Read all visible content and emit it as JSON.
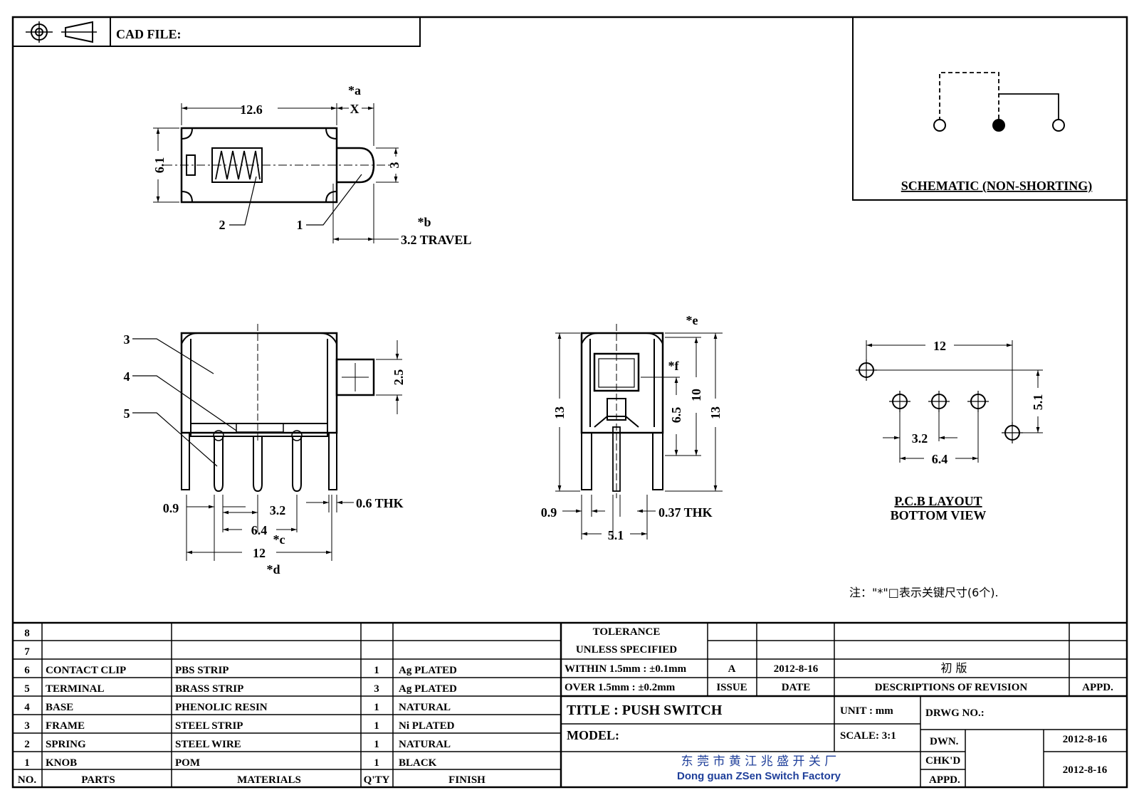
{
  "header": {
    "cad_file_label": "CAD FILE:"
  },
  "schematic": {
    "title": "SCHEMATIC (NON-SHORTING)"
  },
  "top_view": {
    "dim_length": "12.6",
    "dim_x": "X",
    "mark_a": "*a",
    "dim_width": "6.1",
    "dim_knob": "3",
    "callout_1": "1",
    "callout_2": "2",
    "mark_b": "*b",
    "travel": "3.2 TRAVEL"
  },
  "front_view": {
    "callout_3": "3",
    "callout_4": "4",
    "callout_5": "5",
    "dim_knob": "2.5",
    "dim_pin_w": "0.9",
    "dim_pitch": "3.2",
    "dim_thk": "0.6 THK",
    "dim_span": "6.4",
    "mark_c": "*c",
    "dim_total": "12",
    "mark_d": "*d"
  },
  "side_view": {
    "mark_e": "*e",
    "mark_f": "*f",
    "dim_h_left": "13",
    "dim_65": "6.5",
    "dim_10": "10",
    "dim_h_right": "13",
    "dim_pin_w": "0.9",
    "dim_thk": "0.37 THK",
    "dim_span": "5.1"
  },
  "pcb": {
    "dim_12": "12",
    "dim_51": "5.1",
    "dim_32": "3.2",
    "dim_64": "6.4",
    "title": "P.C.B LAYOUT",
    "subtitle": "BOTTOM VIEW"
  },
  "note": "注：\"*\"□表示关键尺寸(6个).",
  "bom": {
    "rows": [
      {
        "no": "8",
        "part": "",
        "material": "",
        "qty": "",
        "finish": ""
      },
      {
        "no": "7",
        "part": "",
        "material": "",
        "qty": "",
        "finish": ""
      },
      {
        "no": "6",
        "part": "CONTACT CLIP",
        "material": "PBS STRIP",
        "qty": "1",
        "finish": "Ag PLATED"
      },
      {
        "no": "5",
        "part": "TERMINAL",
        "material": "BRASS STRIP",
        "qty": "3",
        "finish": "Ag PLATED"
      },
      {
        "no": "4",
        "part": "BASE",
        "material": "PHENOLIC RESIN",
        "qty": "1",
        "finish": "NATURAL"
      },
      {
        "no": "3",
        "part": "FRAME",
        "material": "STEEL STRIP",
        "qty": "1",
        "finish": "Ni PLATED"
      },
      {
        "no": "2",
        "part": "SPRING",
        "material": "STEEL WIRE",
        "qty": "1",
        "finish": "NATURAL"
      },
      {
        "no": "1",
        "part": "KNOB",
        "material": "POM",
        "qty": "1",
        "finish": "BLACK"
      }
    ],
    "headers": {
      "no": "NO.",
      "part": "PARTS",
      "material": "MATERIALS",
      "qty": "Q'TY",
      "finish": "FINISH"
    }
  },
  "tolerance": {
    "title1": "TOLERANCE",
    "title2": "UNLESS  SPECIFIED",
    "line1": "WITHIN 1.5mm : ±0.1mm",
    "line2": "OVER 1.5mm : ±0.2mm"
  },
  "revision": {
    "issue": "A",
    "date": "2012-8-16",
    "description": "初 版",
    "issue_label": "ISSUE",
    "date_label": "DATE",
    "desc_label": "DESCRIPTIONS OF REVISION",
    "appd_label": "APPD."
  },
  "title_block": {
    "title": "TITLE :  PUSH SWITCH",
    "unit": "UNIT :  mm",
    "drwg_no": "DRWG NO.:",
    "model": "MODEL:",
    "scale": "SCALE:  3:1",
    "dwn_label": "DWN.",
    "dwn_date": "2012-8-16",
    "chkd_label": "CHK'D",
    "chkd_date": "2012-8-16",
    "appd_label": "APPD.",
    "company_cn": "东 莞 市 黄 江 兆 盛 开 关 厂",
    "company_en": "Dong guan ZSen Switch Factory",
    "company_color": "#1f3f9a"
  }
}
